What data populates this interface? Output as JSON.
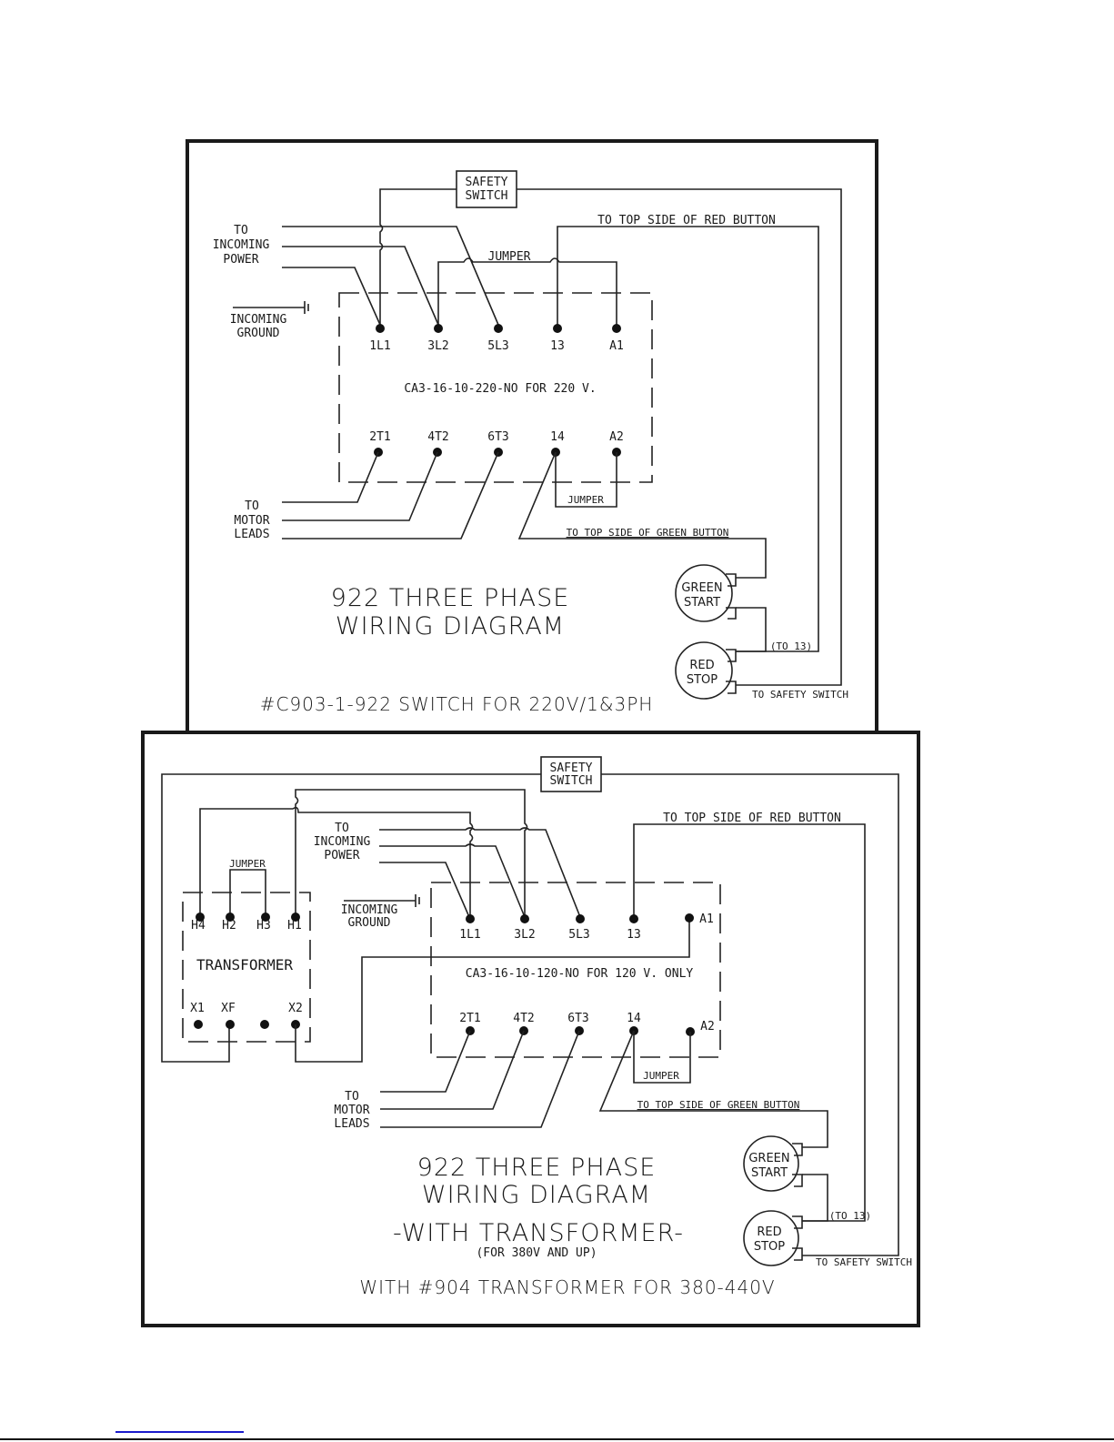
{
  "diagrams": [
    {
      "id": "single-phase-220",
      "title_line1": "922 THREE PHASE",
      "title_line2": "WIRING DIAGRAM",
      "footer": "#C903-1-922 SWITCH FOR 220V/1&3PH",
      "safety_switch": [
        "SAFETY",
        "SWITCH"
      ],
      "incoming_power": [
        "TO",
        "INCOMING",
        "POWER"
      ],
      "incoming_ground": [
        "INCOMING",
        "GROUND"
      ],
      "motor_leads": [
        "TO",
        "MOTOR",
        "LEADS"
      ],
      "jumper_top": "JUMPER",
      "jumper_bottom": "JUMPER",
      "to_red_button": "TO TOP SIDE OF RED BUTTON",
      "to_green_button": "TO TOP SIDE OF GREEN BUTTON",
      "to_13": "(TO 13)",
      "to_safety_switch": "TO SAFETY SWITCH",
      "contactor_model": "CA3-16-10-220-NO FOR 220 V.",
      "top_terminals": [
        "1L1",
        "3L2",
        "5L3",
        "13",
        "A1"
      ],
      "bottom_terminals": [
        "2T1",
        "4T2",
        "6T3",
        "14",
        "A2"
      ],
      "green_button": [
        "GREEN",
        "START"
      ],
      "red_button": [
        "RED",
        "STOP"
      ]
    },
    {
      "id": "with-transformer",
      "title_line1": "922 THREE PHASE",
      "title_line2": "WIRING DIAGRAM",
      "title_line3": "-WITH TRANSFORMER-",
      "title_note": "(FOR 380V AND UP)",
      "footer": "WITH #904 TRANSFORMER FOR 380-440V",
      "safety_switch": [
        "SAFETY",
        "SWITCH"
      ],
      "incoming_power": [
        "TO",
        "INCOMING",
        "POWER"
      ],
      "incoming_ground": [
        "INCOMING",
        "GROUND"
      ],
      "motor_leads": [
        "TO",
        "MOTOR",
        "LEADS"
      ],
      "transformer_label": "TRANSFORMER",
      "transformer_jumper": "JUMPER",
      "transformer_top_terminals": [
        "H4",
        "H2",
        "H3",
        "H1"
      ],
      "transformer_bottom_terminals": [
        "X1",
        "XF",
        "X2"
      ],
      "jumper_bottom": "JUMPER",
      "to_red_button": "TO TOP SIDE OF RED BUTTON",
      "to_green_button": "TO TOP SIDE OF GREEN BUTTON",
      "to_13": "(TO 13)",
      "to_safety_switch": "TO SAFETY SWITCH",
      "contactor_model": "CA3-16-10-120-NO FOR 120 V. ONLY",
      "top_terminals": [
        "1L1",
        "3L2",
        "5L3",
        "13",
        "A1"
      ],
      "bottom_terminals": [
        "2T1",
        "4T2",
        "6T3",
        "14",
        "A2"
      ],
      "green_button": [
        "GREEN",
        "START"
      ],
      "red_button": [
        "RED",
        "STOP"
      ]
    }
  ],
  "colors": {
    "ink": "#1a1a1a",
    "link_underline": "#1a1acc"
  }
}
